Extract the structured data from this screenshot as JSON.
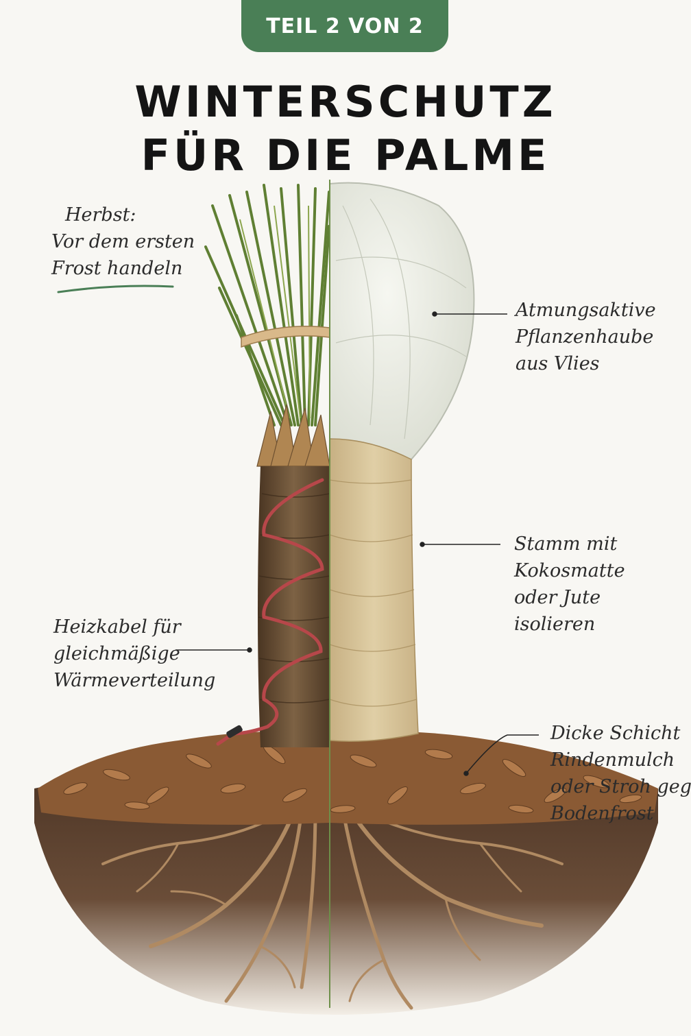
{
  "badge": {
    "label": "TEIL 2 VON 2"
  },
  "title": {
    "line1": "WINTERSCHUTZ",
    "line2": "FÜR DIE PALME"
  },
  "note": {
    "heading": "Herbst:",
    "line1": "Vor dem ersten",
    "line2": "Frost handeln"
  },
  "labels": {
    "hood": [
      "Atmungsaktive",
      "Pflanzenhaube",
      "aus Vlies"
    ],
    "trunk": [
      "Stamm mit",
      "Kokosmatte",
      "oder Jute",
      "isolieren"
    ],
    "cable": [
      "Heizkabel für",
      "gleichmäßige",
      "Wärmeverteilung"
    ],
    "mulch": [
      "Dicke Schicht",
      "Rindenmulch",
      "oder Stroh gegen",
      "Bodenfrost"
    ]
  },
  "colors": {
    "badge": "#4a7f56",
    "title": "#141414",
    "underline": "#4a7f56",
    "leaves": "#6f8f3c",
    "fleece": "#eceee6",
    "burlap": "#d8c49a",
    "trunk": "#6e5438",
    "cable": "#b7474a",
    "mulch": "#8a5a34",
    "soil": "#5a4030",
    "roots": "#b08a62"
  }
}
